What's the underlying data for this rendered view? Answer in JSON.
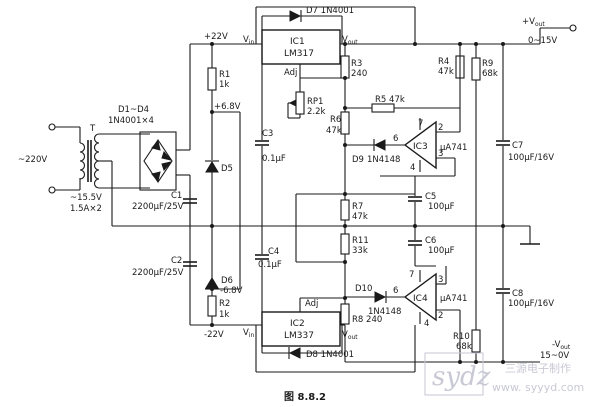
{
  "title": "图 8.8.2",
  "watermark": {
    "logo": "sydz",
    "text1": "三源电子制作",
    "text2": "www. syyyd.com"
  },
  "input": {
    "voltage": "~220V",
    "secondary": "~15.5V",
    "rating": "1.5A×2",
    "transformer": "T"
  },
  "bridge": {
    "label": "D1~D4",
    "part": "1N4001×4"
  },
  "rails": {
    "pos": "+22V",
    "neg": "-22V",
    "pos_ref": "+6.8V",
    "neg_ref": "-6.8V"
  },
  "components": {
    "R1": "R1",
    "R1v": "1k",
    "R2": "R2",
    "R2v": "1k",
    "R3": "R3",
    "R3v": "240",
    "R4": "R4",
    "R4v": "47k",
    "R5": "R5",
    "R5v": "47k",
    "R6": "R6",
    "R6v": "47k",
    "R7": "R7",
    "R7v": "47k",
    "R8": "R8",
    "R8v": "240",
    "R9": "R9",
    "R9v": "68k",
    "R10": "R10",
    "R10v": "68k",
    "R11": "R11",
    "R11v": "33k",
    "RP1": "RP1",
    "RP1v": "2.2k",
    "C1": "C1",
    "C1v": "2200μF/25V",
    "C2": "C2",
    "C2v": "2200μF/25V",
    "C3": "C3",
    "C3v": "0.1μF",
    "C4": "C4",
    "C4v": "0.1μF",
    "C5": "C5",
    "C5v": "100μF",
    "C6": "C6",
    "C6v": "100μF",
    "C7": "C7",
    "C7v": "100μF/16V",
    "C8": "C8",
    "C8v": "100μF/16V",
    "D5": "D5",
    "D6": "D6",
    "D7": "D7 1N4001",
    "D8": "D8 1N4001",
    "D9": "D9",
    "D9v": "1N4148",
    "D10": "D10",
    "D10v": "1N4148",
    "IC1": "IC1",
    "IC1v": "LM317",
    "IC2": "IC2",
    "IC2v": "LM337",
    "IC3": "IC3",
    "IC4": "IC4",
    "opamp": "μA741",
    "vin": "V",
    "vin_sub": "in",
    "vout": "V",
    "vout_sub": "out",
    "adj": "Adj"
  },
  "outputs": {
    "pos_label": "+V",
    "pos_sub": "out",
    "pos_range": "0~15V",
    "neg_label": "-V",
    "neg_sub": "out",
    "neg_range": "15~0V"
  },
  "pins": {
    "p2": "2",
    "p3": "3",
    "p4": "4",
    "p6": "6",
    "p7": "7"
  }
}
